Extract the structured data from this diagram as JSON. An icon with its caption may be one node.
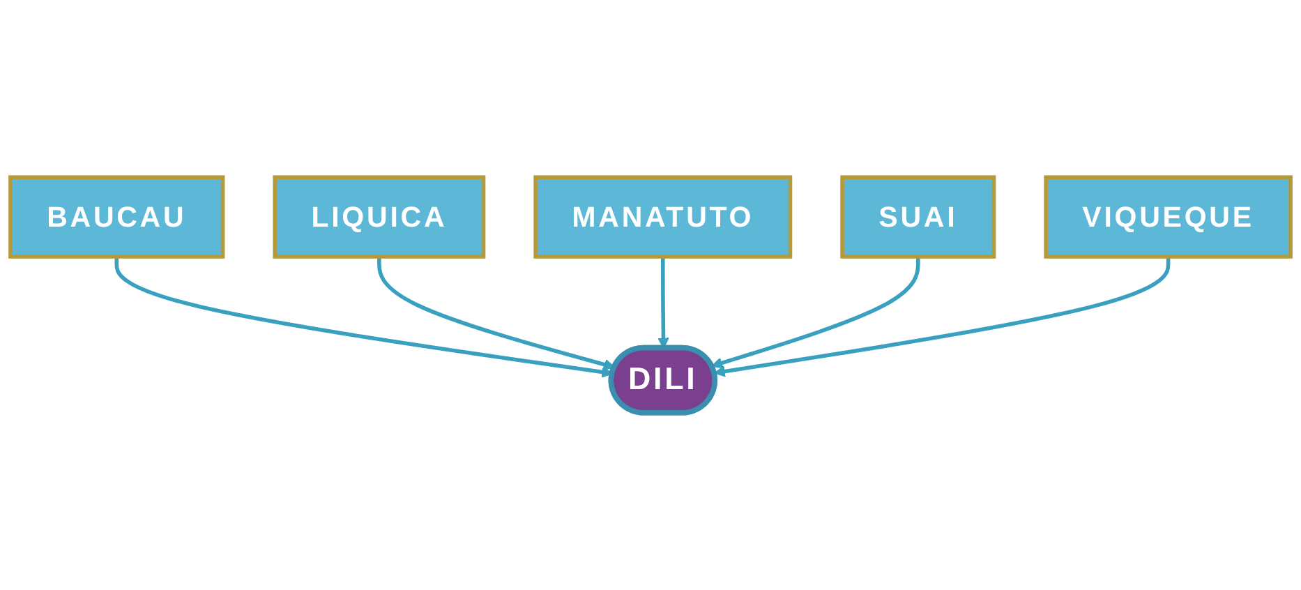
{
  "diagram": {
    "nodes": [
      {
        "text": [
          "BAUCAU"
        ]
      },
      {
        "text": [
          "LIQUICA"
        ]
      },
      {
        "text": [
          "DILI"
        ]
      },
      {
        "text": [
          "MANATUTO"
        ]
      },
      {
        "text": [
          "SUAI"
        ]
      },
      {
        "text": [
          "VIQUEQUE"
        ]
      }
    ],
    "edges": [
      {
        "from": 0,
        "to": 2,
        "arrow": "to"
      },
      {
        "from": 1,
        "to": 2,
        "arrow": "to"
      },
      {
        "from": 3,
        "to": 2,
        "arrow": "to"
      },
      {
        "from": 4,
        "to": 2,
        "arrow": "to"
      },
      {
        "from": 5,
        "to": 2,
        "arrow": "to"
      }
    ]
  }
}
